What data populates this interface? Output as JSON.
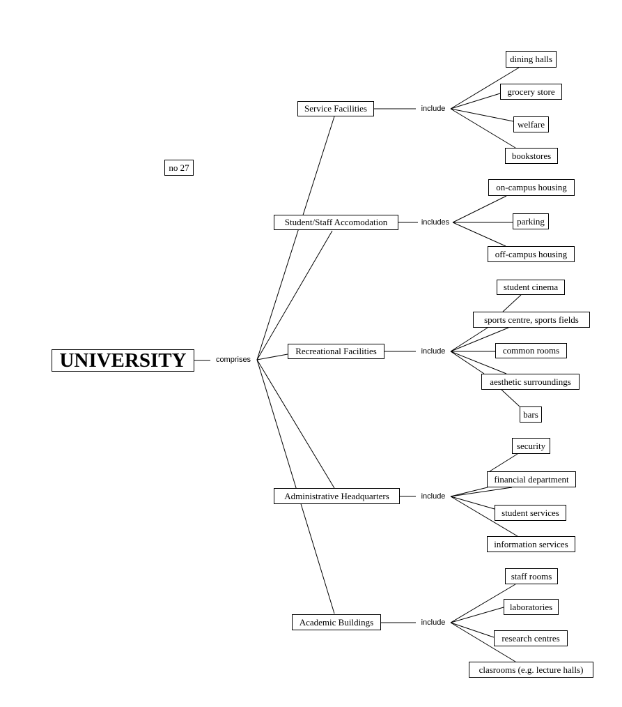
{
  "root": {
    "id": "university",
    "label": "UNIVERSITY"
  },
  "note": {
    "id": "note",
    "label": "no 27"
  },
  "root_link": "comprises",
  "categories": [
    {
      "id": "service",
      "label": "Service Facilities",
      "link": "include",
      "children": [
        {
          "id": "dining",
          "label": "dining halls"
        },
        {
          "id": "grocery",
          "label": "grocery store"
        },
        {
          "id": "welfare",
          "label": "welfare"
        },
        {
          "id": "bookstores",
          "label": "bookstores"
        }
      ]
    },
    {
      "id": "accom",
      "label": "Student/Staff Accomodation",
      "link": "includes",
      "children": [
        {
          "id": "oncampus",
          "label": "on-campus housing"
        },
        {
          "id": "parking",
          "label": "parking"
        },
        {
          "id": "offcampus",
          "label": "off-campus housing"
        }
      ]
    },
    {
      "id": "rec",
      "label": "Recreational Facilities",
      "link": "include",
      "children": [
        {
          "id": "cinema",
          "label": "student cinema"
        },
        {
          "id": "sports",
          "label": "sports centre, sports fields"
        },
        {
          "id": "common",
          "label": "common rooms"
        },
        {
          "id": "aesthetic",
          "label": "aesthetic surroundings"
        },
        {
          "id": "bars",
          "label": "bars"
        }
      ]
    },
    {
      "id": "admin",
      "label": "Administrative Headquarters",
      "link": "include",
      "children": [
        {
          "id": "security",
          "label": "security"
        },
        {
          "id": "financial",
          "label": "financial department"
        },
        {
          "id": "studserv",
          "label": "student services"
        },
        {
          "id": "infoserv",
          "label": "information services"
        }
      ]
    },
    {
      "id": "academic",
      "label": "Academic Buildings",
      "link": "include",
      "children": [
        {
          "id": "staffrooms",
          "label": "staff rooms"
        },
        {
          "id": "labs",
          "label": "laboratories"
        },
        {
          "id": "research",
          "label": "research centres"
        },
        {
          "id": "classrooms",
          "label": "clasrooms (e.g. lecture halls)"
        }
      ]
    }
  ]
}
